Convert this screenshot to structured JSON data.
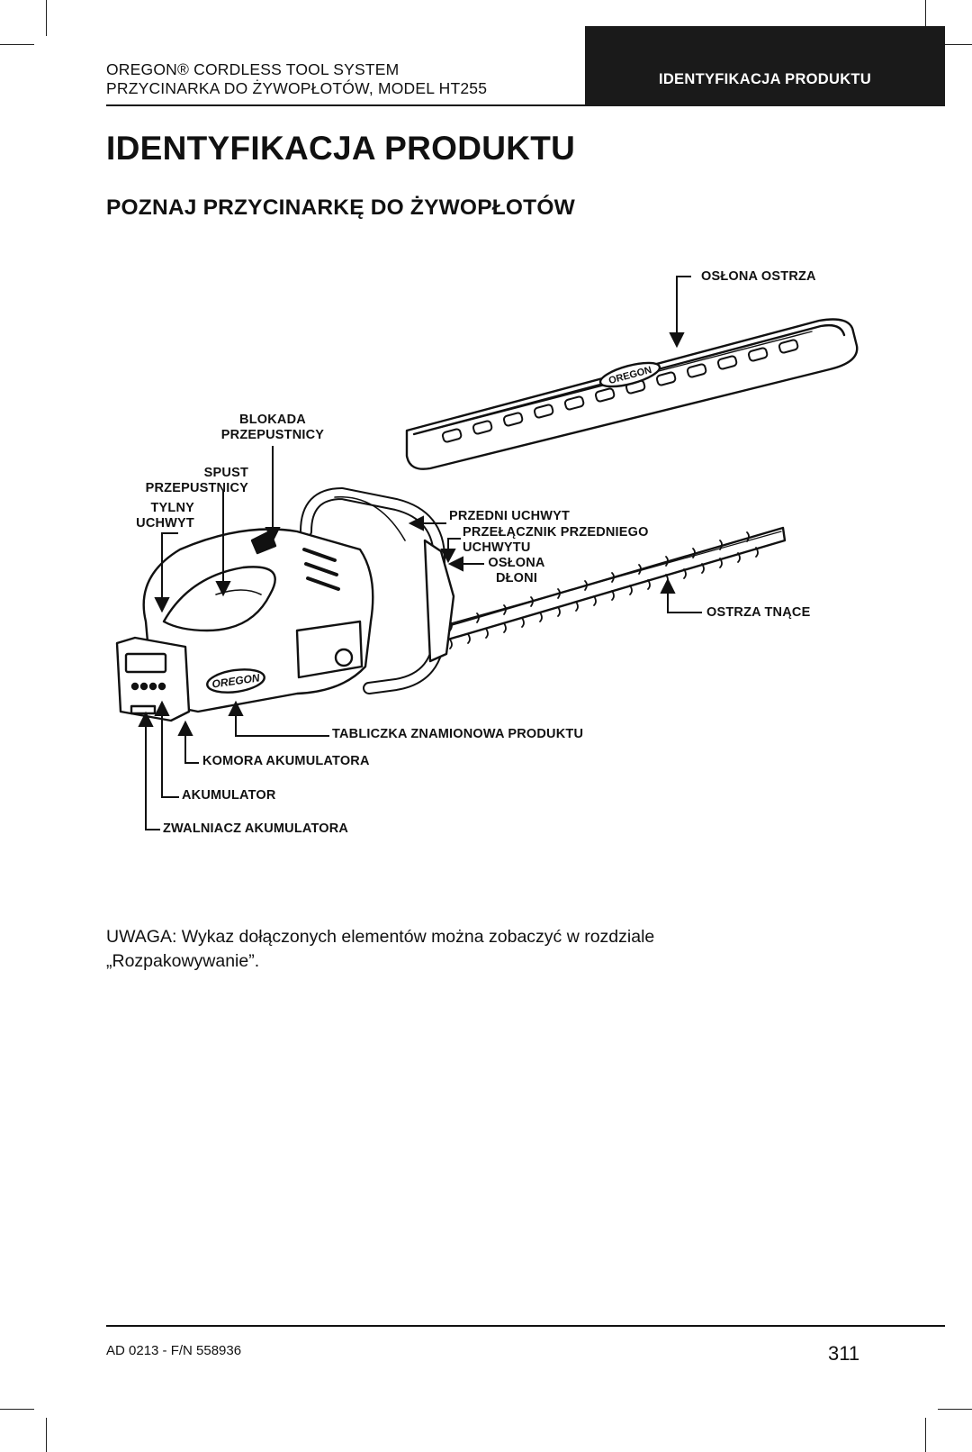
{
  "header": {
    "line1": "OREGON® CORDLESS TOOL SYSTEM",
    "line2": "PRZYCINARKA DO ŻYWOPŁOTÓW, MODEL HT255",
    "tab_label": "IDENTYFIKACJA PRODUKTU"
  },
  "title": "IDENTYFIKACJA PRODUKTU",
  "section_title": "POZNAJ PRZYCINARKĘ DO ŻYWOPŁOTÓW",
  "diagram": {
    "brand_mark": "OREGON",
    "labels": {
      "blade_cover": "OSŁONA OSTRZA",
      "throttle_lock_1": "BLOKADA",
      "throttle_lock_2": "PRZEPUSTNICY",
      "throttle_trigger_1": "SPUST",
      "throttle_trigger_2": "PRZEPUSTNICY",
      "rear_handle_1": "TYLNY",
      "rear_handle_2": "UCHWYT",
      "front_handle": "PRZEDNI UCHWYT",
      "front_switch_1": "PRZEŁĄCZNIK PRZEDNIEGO",
      "front_switch_2": "UCHWYTU",
      "hand_guard_1": "OSŁONA",
      "hand_guard_2": "DŁONI",
      "cutting_blades": "OSTRZA TNĄCE",
      "rating_plate": "TABLICZKA ZNAMIONOWA PRODUKTU",
      "battery_compartment": "KOMORA AKUMULATORA",
      "battery": "AKUMULATOR",
      "battery_release": "ZWALNIACZ AKUMULATORA"
    }
  },
  "note": "UWAGA: Wykaz dołączonych elementów można zobaczyć w rozdziale „Rozpakowywanie”.",
  "footer": {
    "code": "AD 0213 - F/N 558936",
    "page_number": "311"
  }
}
